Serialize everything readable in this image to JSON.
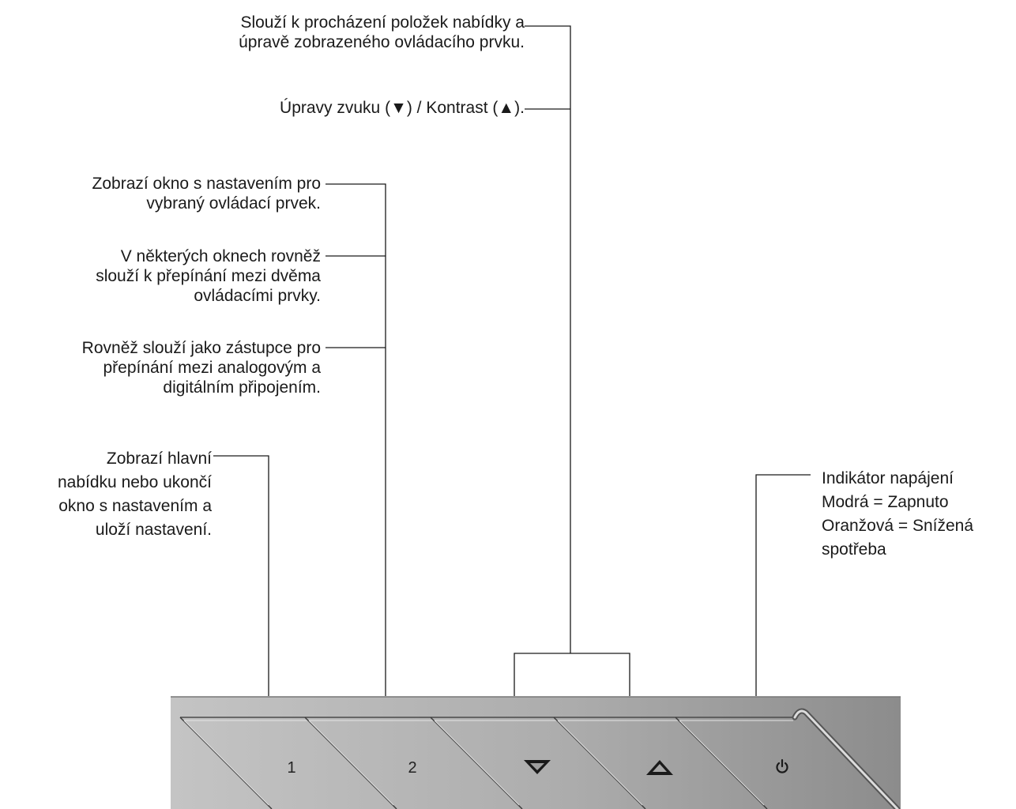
{
  "callouts": {
    "navigate": [
      "Slouží k procházení položek nabídky a",
      "úpravě zobrazeného ovládacího prvku."
    ],
    "volume_contrast": [
      "Úpravy zvuku (▼) / Kontrast  (▲)."
    ],
    "settings_window": [
      "Zobrazí okno s nastavením pro",
      "vybraný ovládací prvek."
    ],
    "toggle_controls": [
      "V některých oknech rovněž",
      "slouží k přepínání mezi dvěma",
      "ovládacími prvky."
    ],
    "input_shortcut": [
      "Rovněž slouží jako zástupce pro",
      "přepínání mezi analogovým a",
      "digitálním připojením."
    ],
    "main_menu": [
      "Zobrazí hlavní",
      "nabídku nebo ukončí",
      "okno s nastavením a",
      "uloží nastavení."
    ],
    "power_indicator": [
      "Indikátor napájení",
      "Modrá = Zapnuto",
      "Oranžová = Snížená",
      "spotřeba"
    ]
  },
  "panel": {
    "buttons": [
      {
        "label": "1",
        "icon": "button-1"
      },
      {
        "label": "2",
        "icon": "button-2"
      },
      {
        "label": "",
        "icon": "triangle-down-icon"
      },
      {
        "label": "",
        "icon": "triangle-up-icon"
      },
      {
        "label": "",
        "icon": "power-icon"
      }
    ],
    "colors": {
      "panel_light": "#bdbdbd",
      "panel_dark": "#8e8e8e",
      "line": "#1a1a1a"
    }
  }
}
